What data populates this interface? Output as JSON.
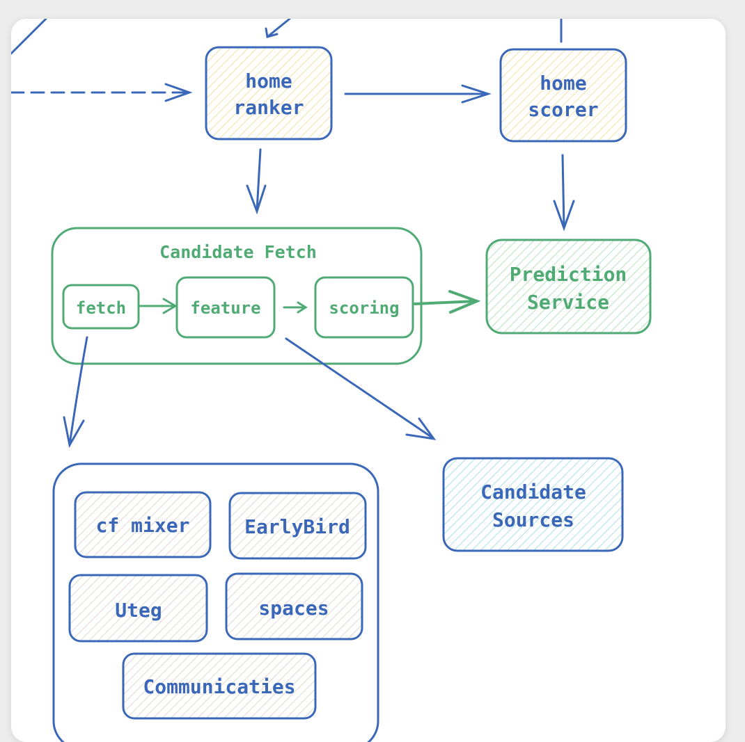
{
  "nodes": {
    "home_ranker": {
      "line1": "home",
      "line2": "ranker"
    },
    "home_scorer": {
      "line1": "home",
      "line2": "scorer"
    },
    "candidate_fetch": {
      "title": "Candidate Fetch"
    },
    "fetch": {
      "label": "fetch"
    },
    "feature": {
      "label": "feature"
    },
    "scoring": {
      "label": "scoring"
    },
    "prediction_service": {
      "line1": "Prediction",
      "line2": "Service"
    },
    "candidate_sources": {
      "line1": "Candidate",
      "line2": "Sources"
    },
    "cf_mixer": {
      "label": "cf mixer"
    },
    "earlybird": {
      "label": "EarlyBird"
    },
    "uteg": {
      "label": "Uteg"
    },
    "spaces": {
      "label": "spaces"
    },
    "communicaties": {
      "label": "Communicaties"
    }
  },
  "colors": {
    "blue": "#3a67b8",
    "green": "#4faa74",
    "yellow_hatch": "#f2dc8a",
    "green_hatch": "#9fd8a8",
    "cyan_hatch": "#8fd6e6",
    "gray_hatch": "#d9c9c0"
  }
}
